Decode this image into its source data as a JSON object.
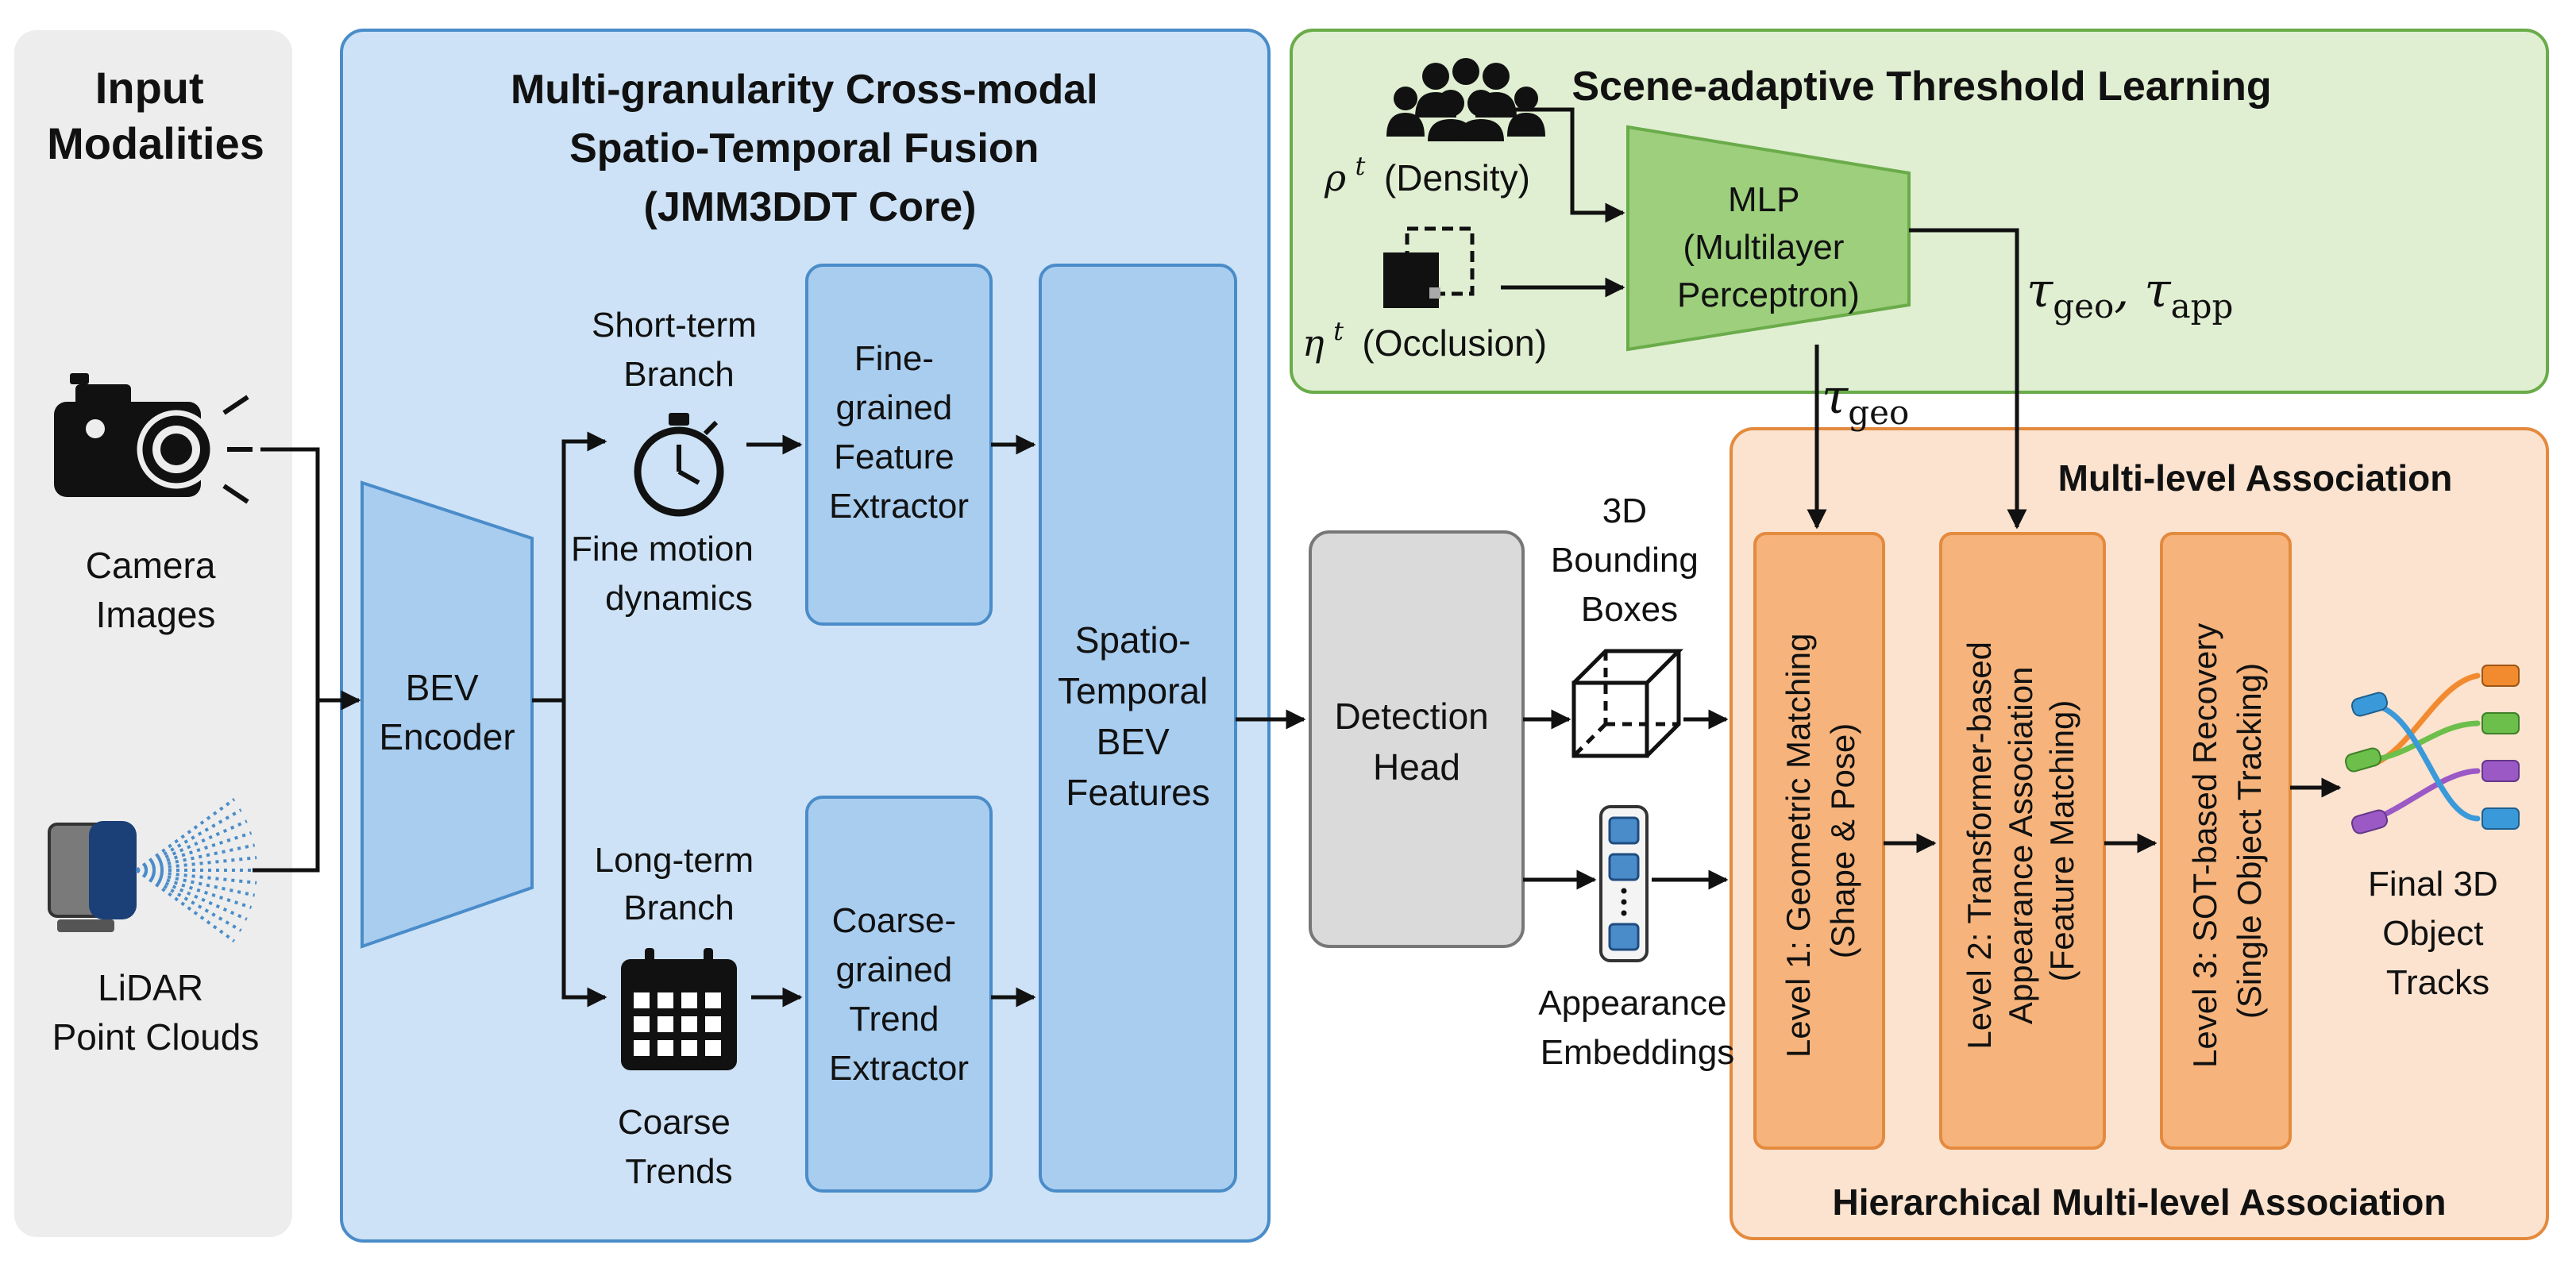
{
  "input_panel": {
    "title": [
      "Input",
      "Modalities"
    ],
    "camera_label": [
      "Camera",
      "Images"
    ],
    "lidar_label": [
      "LiDAR",
      "Point Clouds"
    ]
  },
  "fusion_panel": {
    "title": [
      "Multi-granularity Cross-modal",
      "Spatio-Temporal Fusion",
      "(JMM3DDT Core)"
    ],
    "bev_encoder": [
      "BEV",
      "Encoder"
    ],
    "short_term_branch": [
      "Short-term",
      "Branch"
    ],
    "short_term_caption": [
      "Fine motion",
      "dynamics"
    ],
    "fine_extractor": [
      "Fine-",
      "grained",
      "Feature",
      "Extractor"
    ],
    "long_term_branch": [
      "Long-term",
      "Branch"
    ],
    "long_term_caption": [
      "Coarse",
      "Trends"
    ],
    "coarse_extractor": [
      "Coarse-",
      "grained",
      "Trend",
      "Extractor"
    ],
    "st_features": [
      "Spatio-",
      "Temporal",
      "BEV",
      "Features"
    ]
  },
  "detection": {
    "head": [
      "Detection",
      "Head"
    ],
    "bbox_label": [
      "3D",
      "Bounding",
      "Boxes"
    ],
    "embed_label": [
      "Appearance",
      "Embeddings"
    ]
  },
  "threshold_panel": {
    "title": "Scene-adaptive Threshold Learning",
    "density_sym": "ρ",
    "density_sup": "t",
    "density_text": "(Density)",
    "occlusion_sym": "η",
    "occlusion_sup": "t",
    "occlusion_text": "(Occlusion)",
    "mlp": [
      "MLP",
      "(Multilayer",
      "Perceptron)"
    ],
    "tau_output": "τ_geo, τ_app",
    "tau_geo_feed": "τ_geo"
  },
  "association_panel": {
    "inner_title": "Multi-level Association",
    "bottom_title": "Hierarchical Multi-level Association",
    "level1": [
      "Level 1: Geometric Matching",
      "(Shape & Pose)"
    ],
    "level2": [
      "Level 2: Transformer-based",
      "Appearance Association",
      "(Feature Matching)"
    ],
    "level3": [
      "Level 3: SOT-based Recovery",
      "(Single Object Tracking)"
    ],
    "final_tracks": [
      "Final 3D",
      "Object",
      "Tracks"
    ]
  },
  "colors": {
    "input_panel": "#ededed",
    "fusion_panel": "#cde2f6",
    "fusion_block": "#a9cdef",
    "fusion_border": "#4a8cc9",
    "threshold_panel": "#e0efd2",
    "mlp_fill": "#9dcf7c",
    "threshold_border": "#6aab4a",
    "association_panel": "#fbe3cf",
    "level_fill": "#f6b47c",
    "association_border": "#e48a3e",
    "detection_fill": "#dadada",
    "track_colors": [
      "#f28b30",
      "#6cbf4a",
      "#9b59c6",
      "#3a9ad9"
    ]
  },
  "icons": [
    "camera-icon",
    "lidar-icon",
    "stopwatch-icon",
    "calendar-icon",
    "crowd-icon",
    "occlusion-icon",
    "cube-icon",
    "embedding-icon",
    "tracks-icon"
  ]
}
